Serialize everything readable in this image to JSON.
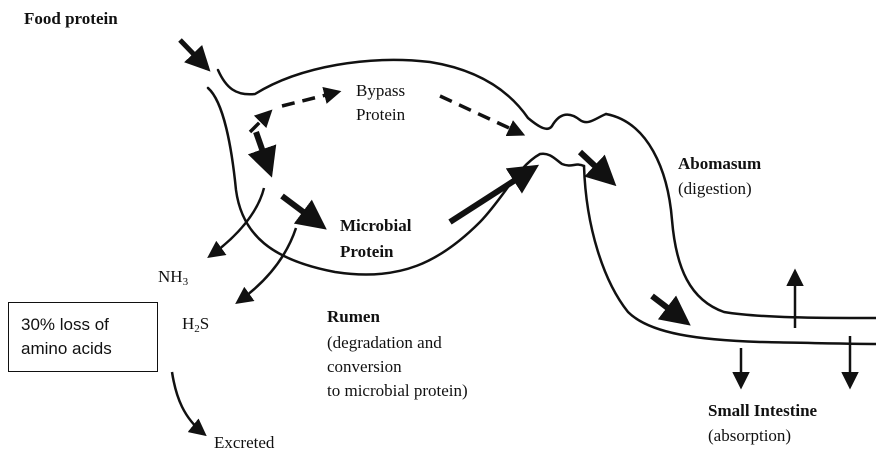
{
  "labels": {
    "food_protein": "Food protein",
    "bypass_line1": "Bypass",
    "bypass_line2": "Protein",
    "microbial_line1": "Microbial",
    "microbial_line2": "Protein",
    "abomasum": "Abomasum",
    "abomasum_note": "(digestion)",
    "nh3_base": "NH",
    "nh3_sub": "3",
    "h2s_h": "H",
    "h2s_sub": "2",
    "h2s_s": "S",
    "rumen": "Rumen",
    "rumen_note1": "(degradation and",
    "rumen_note2": "conversion",
    "rumen_note3": "to microbial protein)",
    "small_intestine": "Small Intestine",
    "small_intestine_note": "(absorption)",
    "excreted": "Excreted"
  },
  "loss_box": {
    "line1": "30% loss of",
    "line2": "amino acids"
  }
}
